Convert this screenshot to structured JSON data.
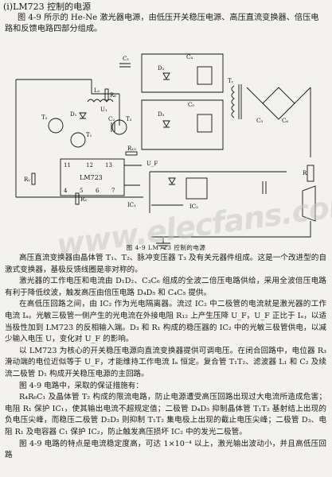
{
  "heading": "(i)LM723 控制的电源",
  "intro": "图 4-9 所示的 He-Ne 激光器电源，由低压开关稳压电源、高压直流变换器、倍压电路和反馈电路四部分组成。",
  "figure": {
    "caption": "图 4-9  LM723 控制的电源",
    "watermark": "www.elecfans.com",
    "labels": {
      "ic_name": "LM723",
      "ic_id": "IC₁",
      "t1": "T₁",
      "t2": "T₂",
      "t3": "T₃",
      "l1": "L₁",
      "u1": "U₁",
      "uf": "U_F",
      "r1": "R₁",
      "r2": "R₂",
      "r6": "R₆",
      "r10": "R₁₀",
      "rl": "R",
      "d1": "D₁",
      "d2": "D₂",
      "d3": "D₃",
      "c1": "C₁",
      "c2": "C₂",
      "c3": "C₃",
      "c4": "C₄",
      "c5": "C₅",
      "c6": "C₆",
      "ic2": "IC₂",
      "tr": "Tᵣ",
      "pin11": "11",
      "pin12": "12",
      "pin13": "13",
      "pin4": "4",
      "pin5": "5",
      "pin6": "6",
      "pin7": "7"
    }
  },
  "paragraphs": [
    "高压直流变换器由晶体管 T₁、T₂、脉冲变压器 T₃ 及有关元器件组成。这是一个改进型的自激式变换器，基极反馈线圈是非对称的。",
    "激光器的工作电压和电流由 D₁D₂、C₃C₆ 组成的全波二倍压电路供给，采用全波倍压电路有利于降低纹波，触发高压由倍压电路 D₄D₅ 和 C₄C₅ 提供。",
    "在高低压回路之间，由 IC₂ 作为光电隔离器。流过 IC₂ 中二极管的电流就是激光器的工作电流 Iₐ。光敏三极管一侧产生的光电流在外接电阻 R₁₂ 上产生压降 U_F，U_F 正比于 Iₐ，以适当极性加到 LM723 的反相输入端。D₃ 和 R₁ 构成的稳压器的 IC₂ 中的光敏三极管供电，以减少输入电压 U，变化对 U_F 的影响。",
    "以 LM723 为核心的开关稳压电源向直流变换器提供可调电压。在闭合回路中，电位器 R₃ 滑动端的电位近似等于 U_F，才能维持工作电流 Iₐ 恒定。复合管 T₁T₂、滤波器 L₁ 和 C₂ 及续流二极管 D₁ 构成开关稳压电源的主回路。",
    "图 4-9 电路中，采取的保证措施有：",
    "R₄R₆C₁ 及晶体管 T₂ 构成的限流电路，防止电源遭受高压回路出现过大电流所造成危害；电阻 R₁ 保护 IC₁，使其输出电流不超规定值；二极管 D₄D₅ 抑制晶体管 T₁T₂ 基射结上出现的负电压尖峰，而稳压二极管 D₂D₃ 则抑制 T₁T₂ 集电极上出现的截止电压尖峰；二极管 D₃、电阻 R₁ 及电容器 C₁ 保护 IC₂，防止触发高压损坏 IC₂ 中的发光二极管。",
    "图 4-9 电路的特点是电流稳定度高，可达 1×10⁻⁴ 以上，激光输出波动小，并且高低压回路"
  ]
}
